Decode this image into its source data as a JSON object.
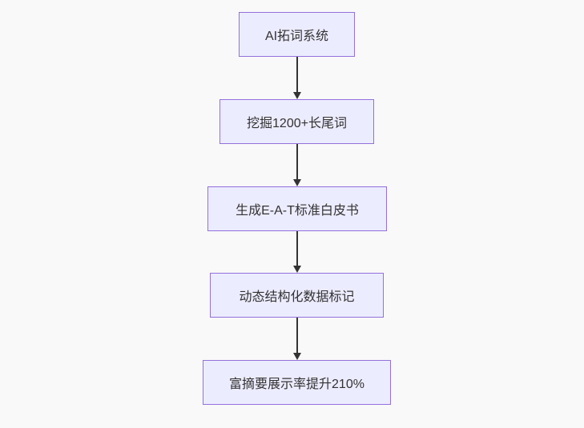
{
  "colors": {
    "background": "#f9f9f9",
    "node_fill": "#ECECFF",
    "node_border": "#9370DB",
    "node_text": "#333333",
    "arrow": "#333333"
  },
  "flowchart": {
    "type": "flowchart",
    "direction": "top-down",
    "nodes": [
      {
        "label": "AI拓词系统"
      },
      {
        "label": "挖掘1200+长尾词"
      },
      {
        "label": "生成E-A-T标准白皮书"
      },
      {
        "label": "动态结构化数据标记"
      },
      {
        "label": "富摘要展示率提升210%"
      }
    ],
    "edges": [
      {
        "from": "AI拓词系统",
        "to": "挖掘1200+长尾词"
      },
      {
        "from": "挖掘1200+长尾词",
        "to": "生成E-A-T标准白皮书"
      },
      {
        "from": "生成E-A-T标准白皮书",
        "to": "动态结构化数据标记"
      },
      {
        "from": "动态结构化数据标记",
        "to": "富摘要展示率提升210%"
      }
    ]
  }
}
